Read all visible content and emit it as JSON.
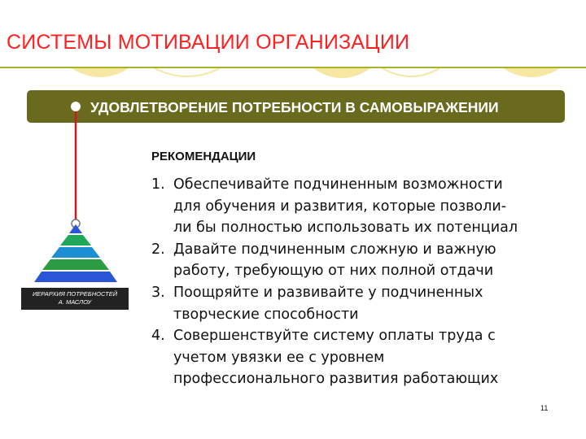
{
  "title": "СИСТЕМЫ МОТИВАЦИИ ОРГАНИЗАЦИИ",
  "banner": "УДОВЛЕТВОРЕНИЕ ПОТРЕБНОСТИ В САМОВЫРАЖЕНИИ",
  "pyramid_caption": [
    "ИЕРАРХИЯ ПОТРЕБНОСТЕЙ",
    "А. МАСЛОУ"
  ],
  "recommendations": {
    "heading": "РЕКОМЕНДАЦИИ",
    "items": [
      {
        "num": "1.",
        "lines": [
          "Обеспечивайте подчиненным возможности",
          "для обучения и развития, которые позволи-",
          "ли бы полностью использовать их потенциал"
        ]
      },
      {
        "num": "2.",
        "lines": [
          "Давайте подчиненным сложную и важную",
          "работу, требующую от них полной отдачи"
        ]
      },
      {
        "num": "3.",
        "lines": [
          "Поощряйте и развивайте у подчиненных",
          "творческие способности"
        ]
      },
      {
        "num": "4.",
        "lines": [
          "Совершенствуйте систему оплаты труда с",
          "учетом увязки ее с уровнем",
          "профессионального развития работающих"
        ]
      }
    ]
  },
  "page_number": "11",
  "colors": {
    "title": "#ff2121",
    "banner": "#6a6a1f",
    "rule": "#a8b32a",
    "arc": "#f7e7a3",
    "connector": "#cc1a1a",
    "pyramid": [
      "#2a55d6",
      "#1fa85a",
      "#1b8fd2",
      "#2c9c44",
      "#2a55d6"
    ]
  }
}
